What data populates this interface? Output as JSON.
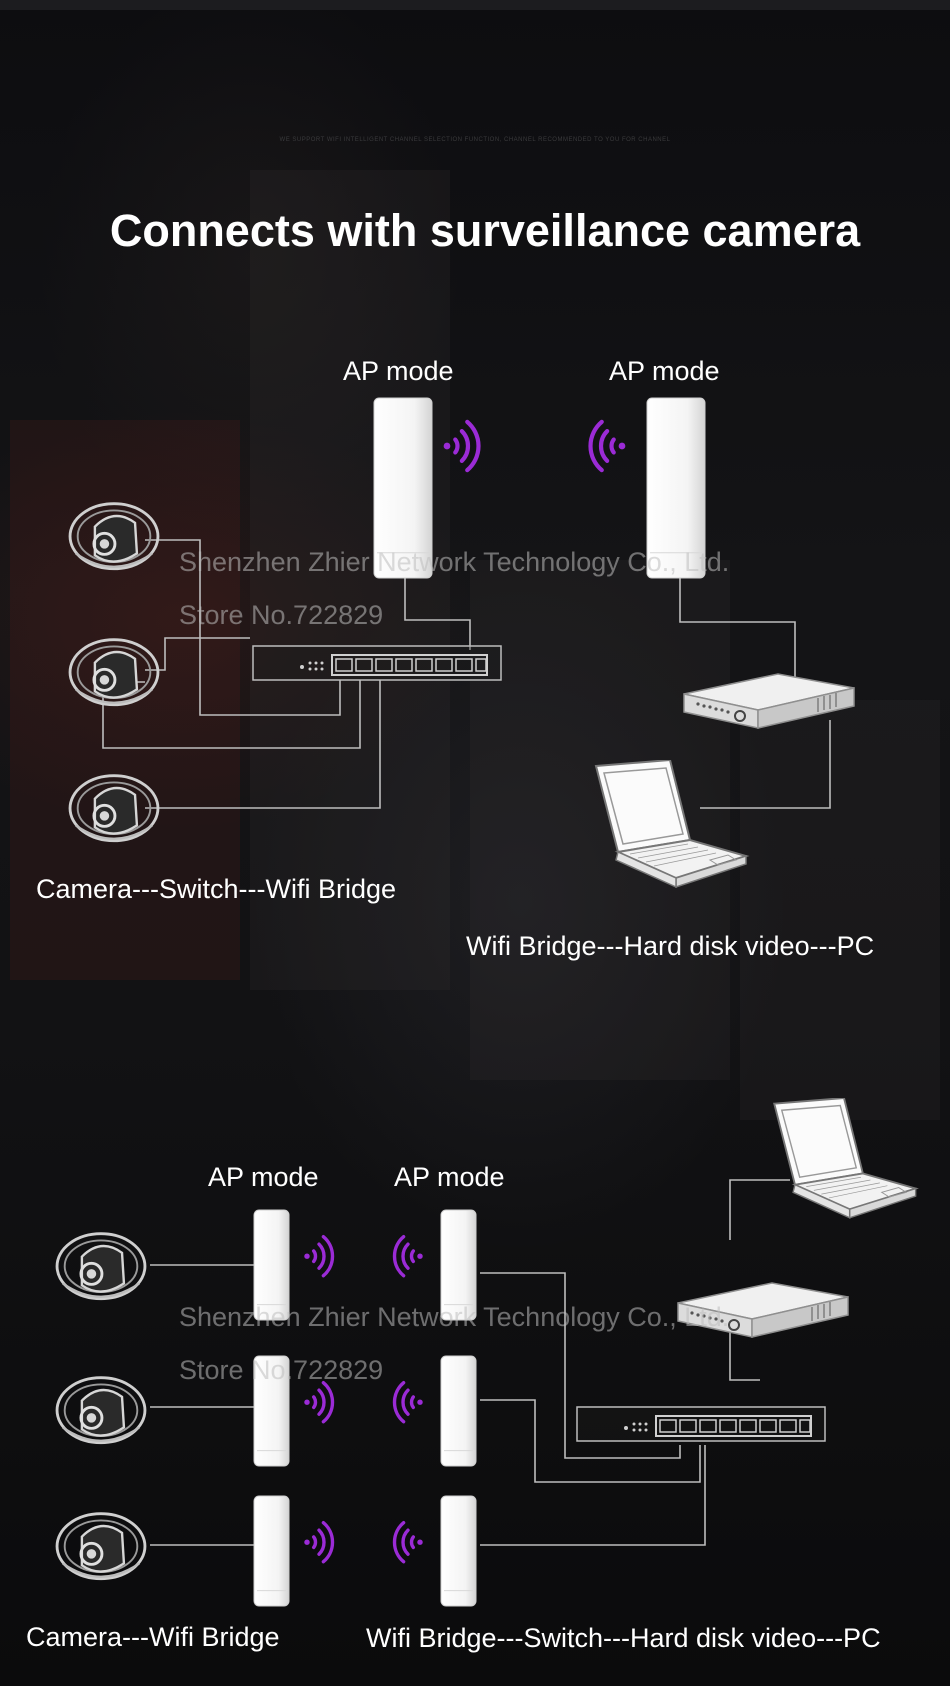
{
  "header": {
    "tiny_text": "WE SUPPORT WIFI INTELLIGENT CHANNEL SELECTION FUNCTION, CHANNEL RECOMMENDED TO YOU FOR CHANNEL",
    "title": "Connects with surveillance camera"
  },
  "diagram_top": {
    "ap_label_left": "AP mode",
    "ap_label_right": "AP mode",
    "caption_left": "Camera---Switch---Wifi Bridge",
    "caption_right": "Wifi Bridge---Hard disk video---PC"
  },
  "diagram_bottom": {
    "ap_label_left": "AP mode",
    "ap_label_right": "AP mode",
    "caption_left": "Camera---Wifi Bridge",
    "caption_right": "Wifi Bridge---Switch---Hard disk video---PC"
  },
  "watermark": {
    "company": "Shenzhen Zhier Network Technology Co., Ltd.",
    "store": "Store No.722829"
  },
  "colors": {
    "signal": "#9b2bd6",
    "device": "#f2f2f2",
    "line": "#bdbdbd",
    "text": "#ffffff"
  }
}
